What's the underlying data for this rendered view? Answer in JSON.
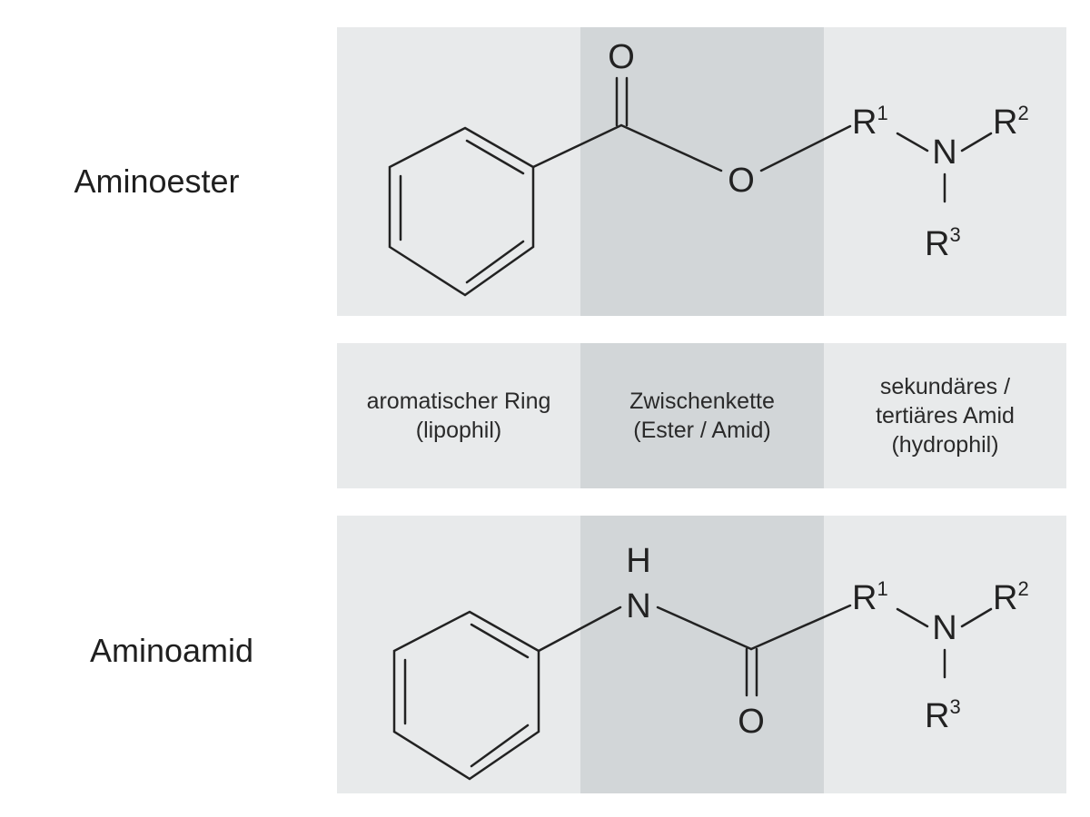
{
  "rows": {
    "ester_label": "Aminoester",
    "amid_label": "Aminoamid"
  },
  "ester": {
    "carbonyl_o": "O",
    "ester_o": "O",
    "r1": "R",
    "r1_sup": "1",
    "n": "N",
    "r2": "R",
    "r2_sup": "2",
    "r3": "R",
    "r3_sup": "3"
  },
  "amid": {
    "nh_h": "H",
    "nh_n": "N",
    "carbonyl_o": "O",
    "r1": "R",
    "r1_sup": "1",
    "n": "N",
    "r2": "R",
    "r2_sup": "2",
    "r3": "R",
    "r3_sup": "3"
  },
  "legend": {
    "ring": [
      "aromatischer Ring",
      "(lipophil)"
    ],
    "chain": [
      "Zwischenkette",
      "(Ester / Amid)"
    ],
    "amine": [
      "sekundäres /",
      "tertiäres Amid",
      "(hydrophil)"
    ]
  },
  "colors": {
    "band_light": "#e8eaeb",
    "band_dark": "#d2d6d8",
    "bond": "#222222"
  }
}
